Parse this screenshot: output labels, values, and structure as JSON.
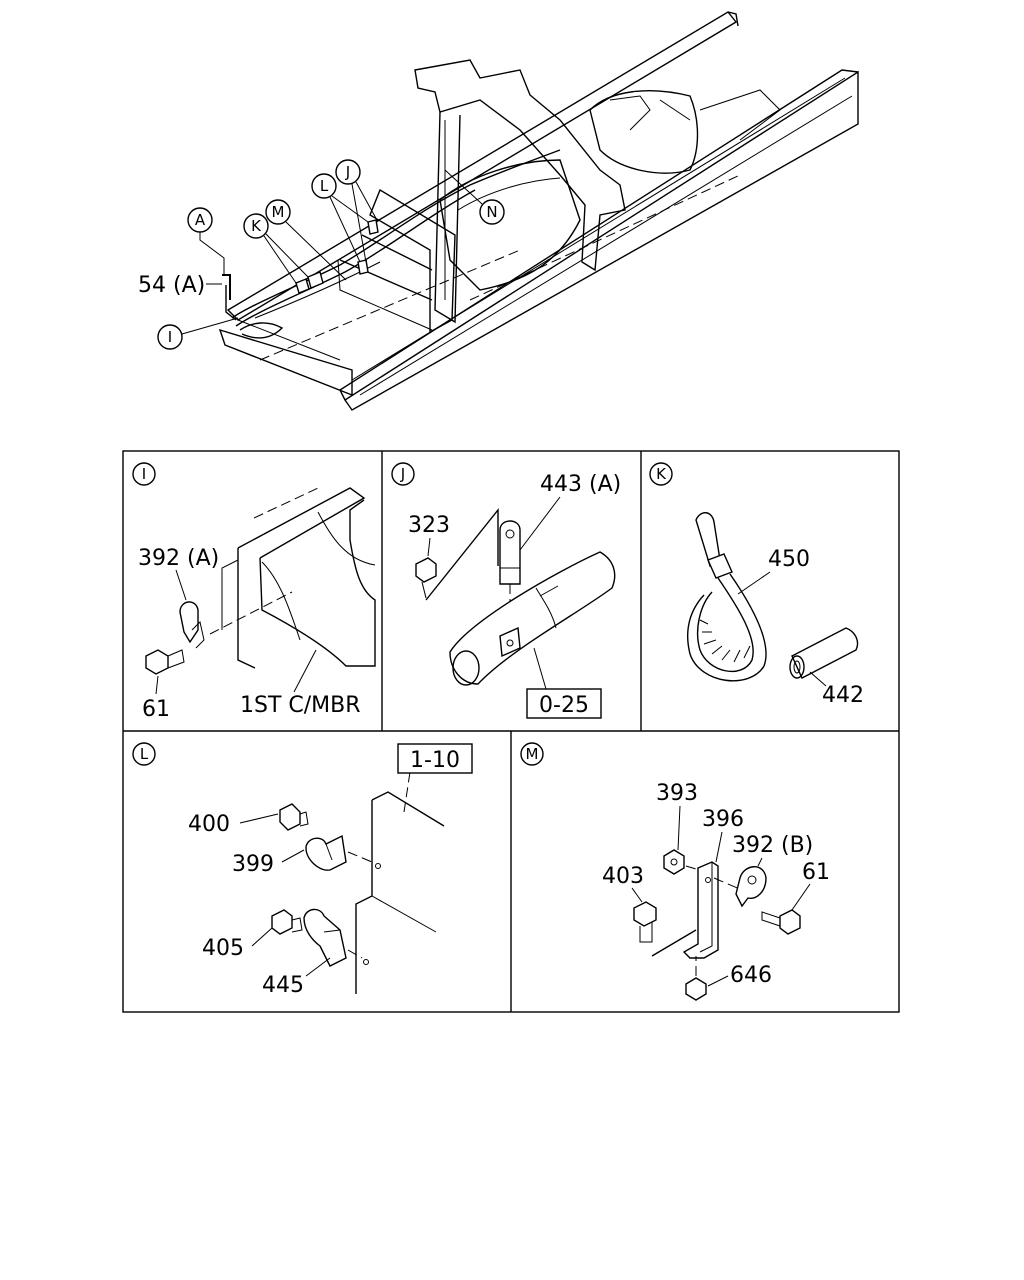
{
  "overview": {
    "callouts": {
      "A": "A",
      "I": "I",
      "J": "J",
      "K": "K",
      "L": "L",
      "M": "M",
      "N": "N"
    },
    "part_label": "54 (A)"
  },
  "panels": {
    "I": {
      "letter": "I",
      "labels": {
        "clip": "392 (A)",
        "bolt": "61",
        "member": "1ST C/MBR"
      }
    },
    "J": {
      "letter": "J",
      "labels": {
        "nut": "323",
        "bracket": "443 (A)",
        "ref": "0-25"
      }
    },
    "K": {
      "letter": "K",
      "labels": {
        "band": "450",
        "tube": "442"
      }
    },
    "L": {
      "letter": "L",
      "labels": {
        "ref": "1-10",
        "bolt_upper": "400",
        "clip_upper": "399",
        "bolt_lower": "405",
        "clip_lower": "445"
      }
    },
    "M": {
      "letter": "M",
      "labels": {
        "nut": "393",
        "bracket": "396",
        "clip": "392 (B)",
        "bolt_clip": "61",
        "bolt": "403",
        "flange_nut": "646"
      }
    }
  }
}
